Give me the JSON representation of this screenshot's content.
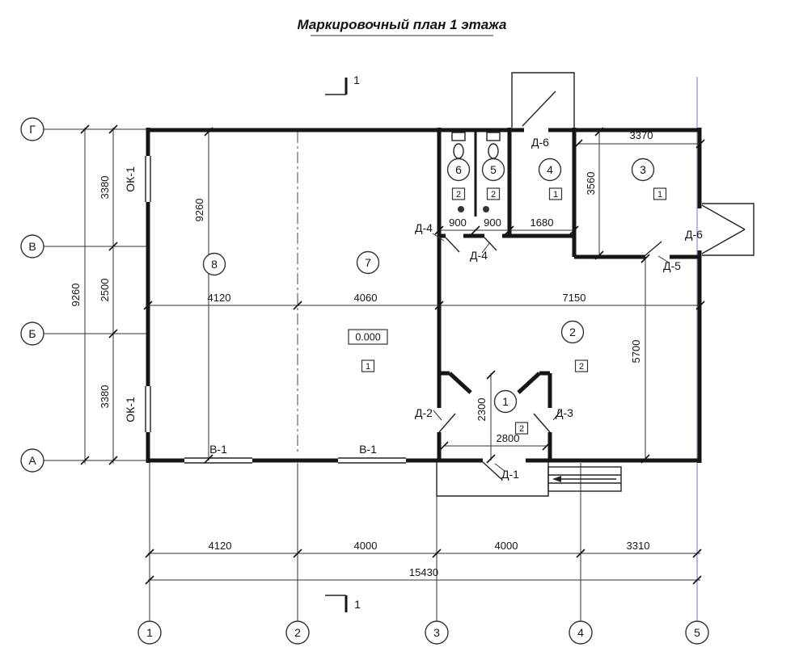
{
  "title": "Маркировочный план 1 этажа",
  "section_mark": "1",
  "axes": {
    "rows": [
      "Г",
      "В",
      "Б",
      "А"
    ],
    "cols": [
      "1",
      "2",
      "3",
      "4",
      "5"
    ]
  },
  "rooms": {
    "n1": "1",
    "n2": "2",
    "n3": "3",
    "n4": "4",
    "n5": "5",
    "n6": "6",
    "n7": "7",
    "n8": "8"
  },
  "floor_marks": {
    "room6": "2",
    "room5": "2",
    "room4": "1",
    "room3": "1",
    "room7": "1",
    "room2": "2",
    "room1": "2"
  },
  "elevation": "0.000",
  "doors": {
    "d1": "Д-1",
    "d2": "Д-2",
    "d3": "Д-3",
    "d4": "Д-4",
    "d5": "Д-5",
    "d6": "Д-6"
  },
  "windows": {
    "ok1": "ОК-1",
    "v1": "В-1"
  },
  "dims": {
    "left_top": "3380",
    "left_mid": "2500",
    "left_bot": "3380",
    "left_total": "9260",
    "inner_vertical": "9260",
    "room3_width": "3370",
    "room3_height": "3560",
    "wc_left": "900",
    "wc_right": "900",
    "room4_width": "1680",
    "mid_left": "4120",
    "mid_center": "4060",
    "mid_right": "7150",
    "room2_height": "5700",
    "hall_depth": "2300",
    "hall_width": "2800",
    "bottom": [
      "4120",
      "4000",
      "4000",
      "3310"
    ],
    "bottom_total": "15430"
  },
  "colors": {
    "line": "#161616",
    "axis_highlight": "#b3a7d6"
  }
}
